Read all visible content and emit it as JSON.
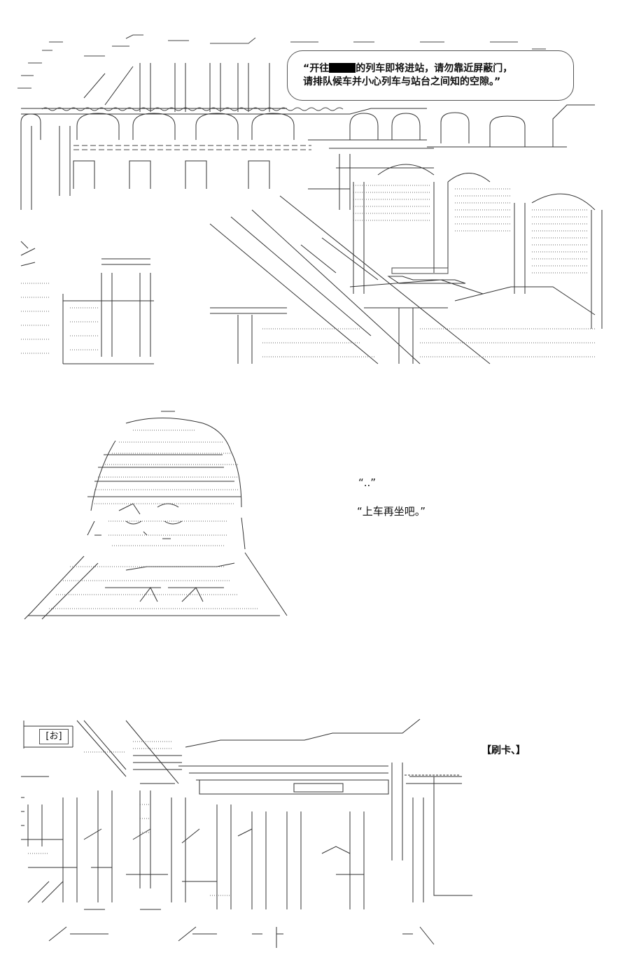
{
  "station": {
    "announcement_prefix": "“开往",
    "announcement_suffix": "的列车即将进站，请勿靠近屏蔽门，",
    "announcement_line2": "请排队候车并小心列车与站台之间知的空隙。”"
  },
  "character": {
    "ellipsis": "“..”",
    "boarding_line": "“上车再坐吧。”"
  },
  "gate": {
    "sign_label": "[お]",
    "card_action": "【刷卡、】"
  }
}
